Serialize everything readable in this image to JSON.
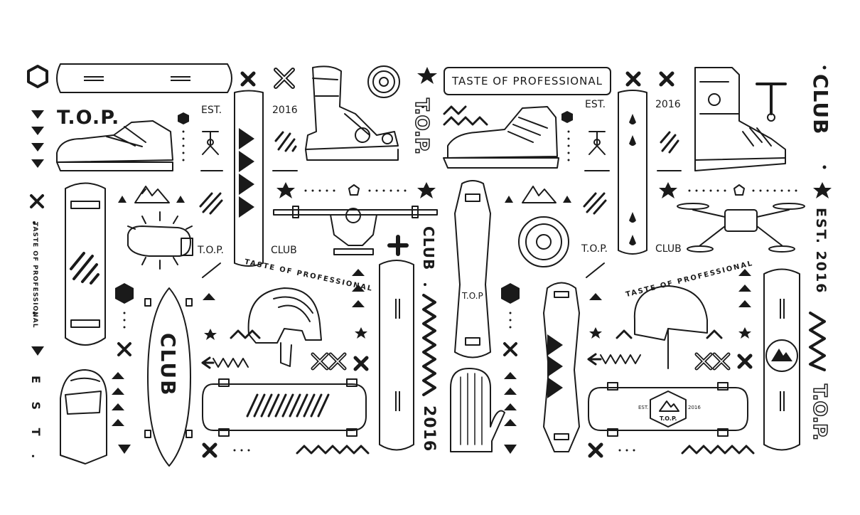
{
  "pattern": {
    "brand_initials": "T.O.P.",
    "club": "CLUB",
    "est_label": "EST.",
    "year": "2016",
    "tagline": "TASTE OF PROFESSIONAL",
    "est_spaced": "E S T .",
    "top_plain": "T.O.P",
    "est_year": "EST. 2016",
    "top_short": "T.O.P."
  },
  "colors": {
    "ink": "#1a1a1a",
    "background": "#ffffff"
  },
  "icons": [
    "hexagon-icon",
    "sneaker-icon",
    "boot-icon",
    "binding-icon",
    "helmet-icon",
    "goggles-icon",
    "skateboard-icon",
    "longboard-icon",
    "snowboard-icon",
    "truck-icon",
    "wheel-icon",
    "drone-icon",
    "mitten-icon",
    "balaclava-icon",
    "mountain-icon",
    "skate-tool-icon",
    "star-icon",
    "cross-icon"
  ]
}
